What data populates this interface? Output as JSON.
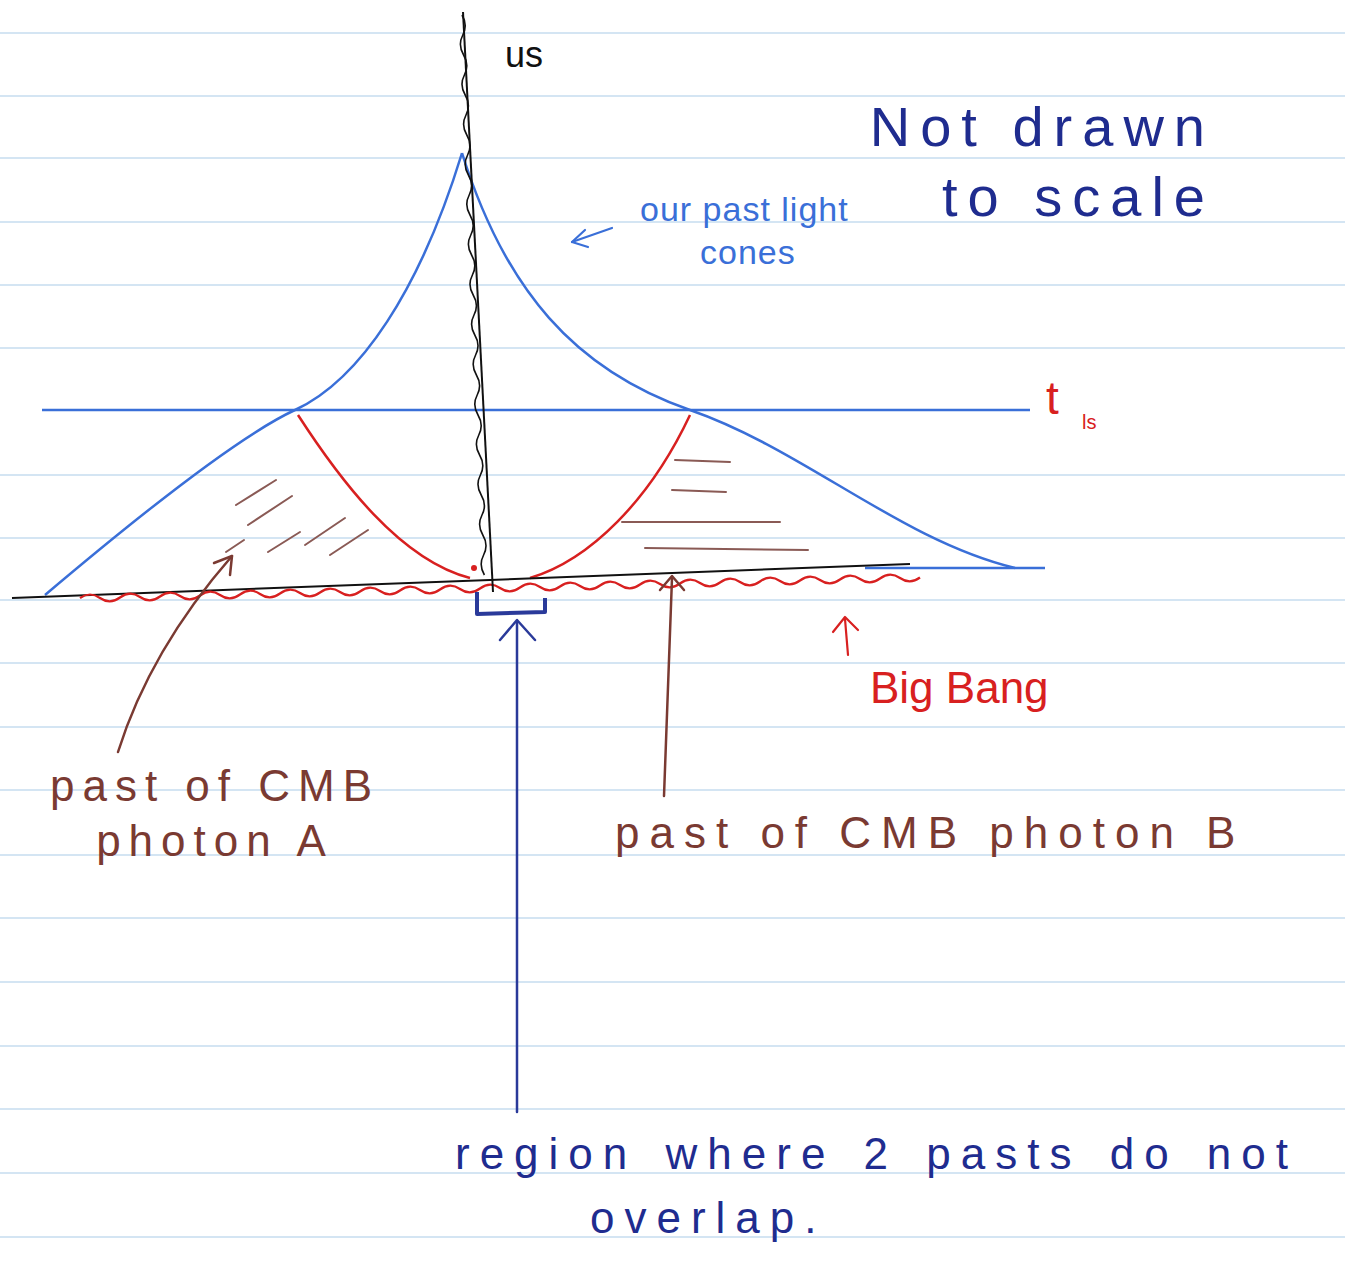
{
  "diagram": {
    "labels": [
      "us",
      "Not drawn to scale",
      "our past light cones",
      "t",
      "ls",
      "Big Bang",
      "past of CMB photon A",
      "past of CMB photon B",
      "region where 2 pasts do not overlap."
    ]
  }
}
